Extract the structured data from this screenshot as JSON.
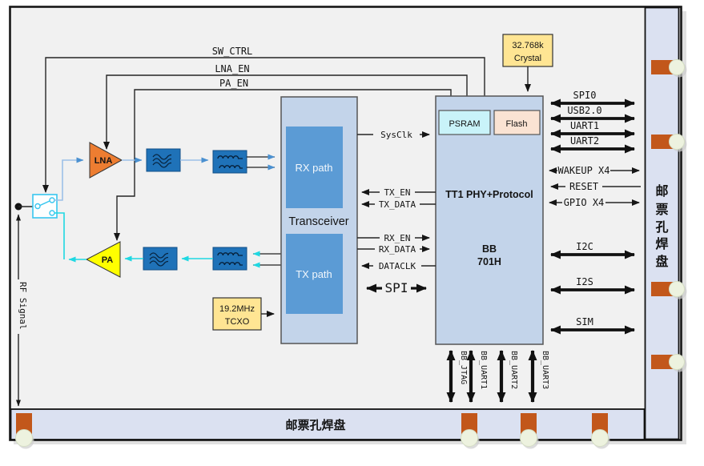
{
  "control_signals": {
    "sw_ctrl": "SW_CTRL",
    "lna_en": "LNA_EN",
    "pa_en": "PA_EN"
  },
  "rf_chain": {
    "lna": "LNA",
    "pa": "PA",
    "rf_signal": "RF Signal"
  },
  "clocks": {
    "crystal_line1": "32.768k",
    "crystal_line2": "Crystal",
    "tcxo_line1": "19.2MHz",
    "tcxo_line2": "TCXO"
  },
  "transceiver": {
    "title": "Transceiver",
    "rx": "RX path",
    "tx": "TX path"
  },
  "bb": {
    "psram": "PSRAM",
    "flash": "Flash",
    "phy": "TT1 PHY+Protocol",
    "name1": "BB",
    "name2": "701H"
  },
  "mid_signals": {
    "sysclk": "SysClk",
    "tx_en": "TX_EN",
    "tx_data": "TX_DATA",
    "rx_en": "RX_EN",
    "rx_data": "RX_DATA",
    "dataclk": "DATACLK",
    "spi": "SPI"
  },
  "right_signals": {
    "spi0": "SPI0",
    "usb": "USB2.0",
    "uart1": "UART1",
    "uart2": "UART2",
    "wakeup": "WAKEUP X4",
    "reset": "RESET",
    "gpio": "GPIO X4",
    "i2c": "I2C",
    "i2s": "I2S",
    "sim": "SIM"
  },
  "bottom_signals": {
    "jtag": "BB_JTAG",
    "uart1": "BB_UART1",
    "uart2": "BB_UART2",
    "uart3": "BB_UART3"
  },
  "rails": {
    "right_label": "邮票孔焊盘",
    "right_chars": [
      "邮",
      "票",
      "孔",
      "焊",
      "盘"
    ],
    "bottom_label": "邮票孔焊盘"
  },
  "colors": {
    "frame_bg": "#f1f1f1",
    "rail_fill": "#dbe1f1",
    "pad_fill": "#c2571b",
    "pad_hole": "#edf2df",
    "block_fill": "#c3d4ea",
    "subblock_fill": "#5b9bd5",
    "filter_fill": "#1f72b8",
    "lna_fill": "#ed7d31",
    "pa_fill": "#ffff00",
    "clock_fill": "#ffe593",
    "psram_fill": "#c9f3f9",
    "flash_fill": "#fae3d3",
    "rx_wire": "#9cc0e8",
    "tx_wire": "#1fd8e2"
  }
}
